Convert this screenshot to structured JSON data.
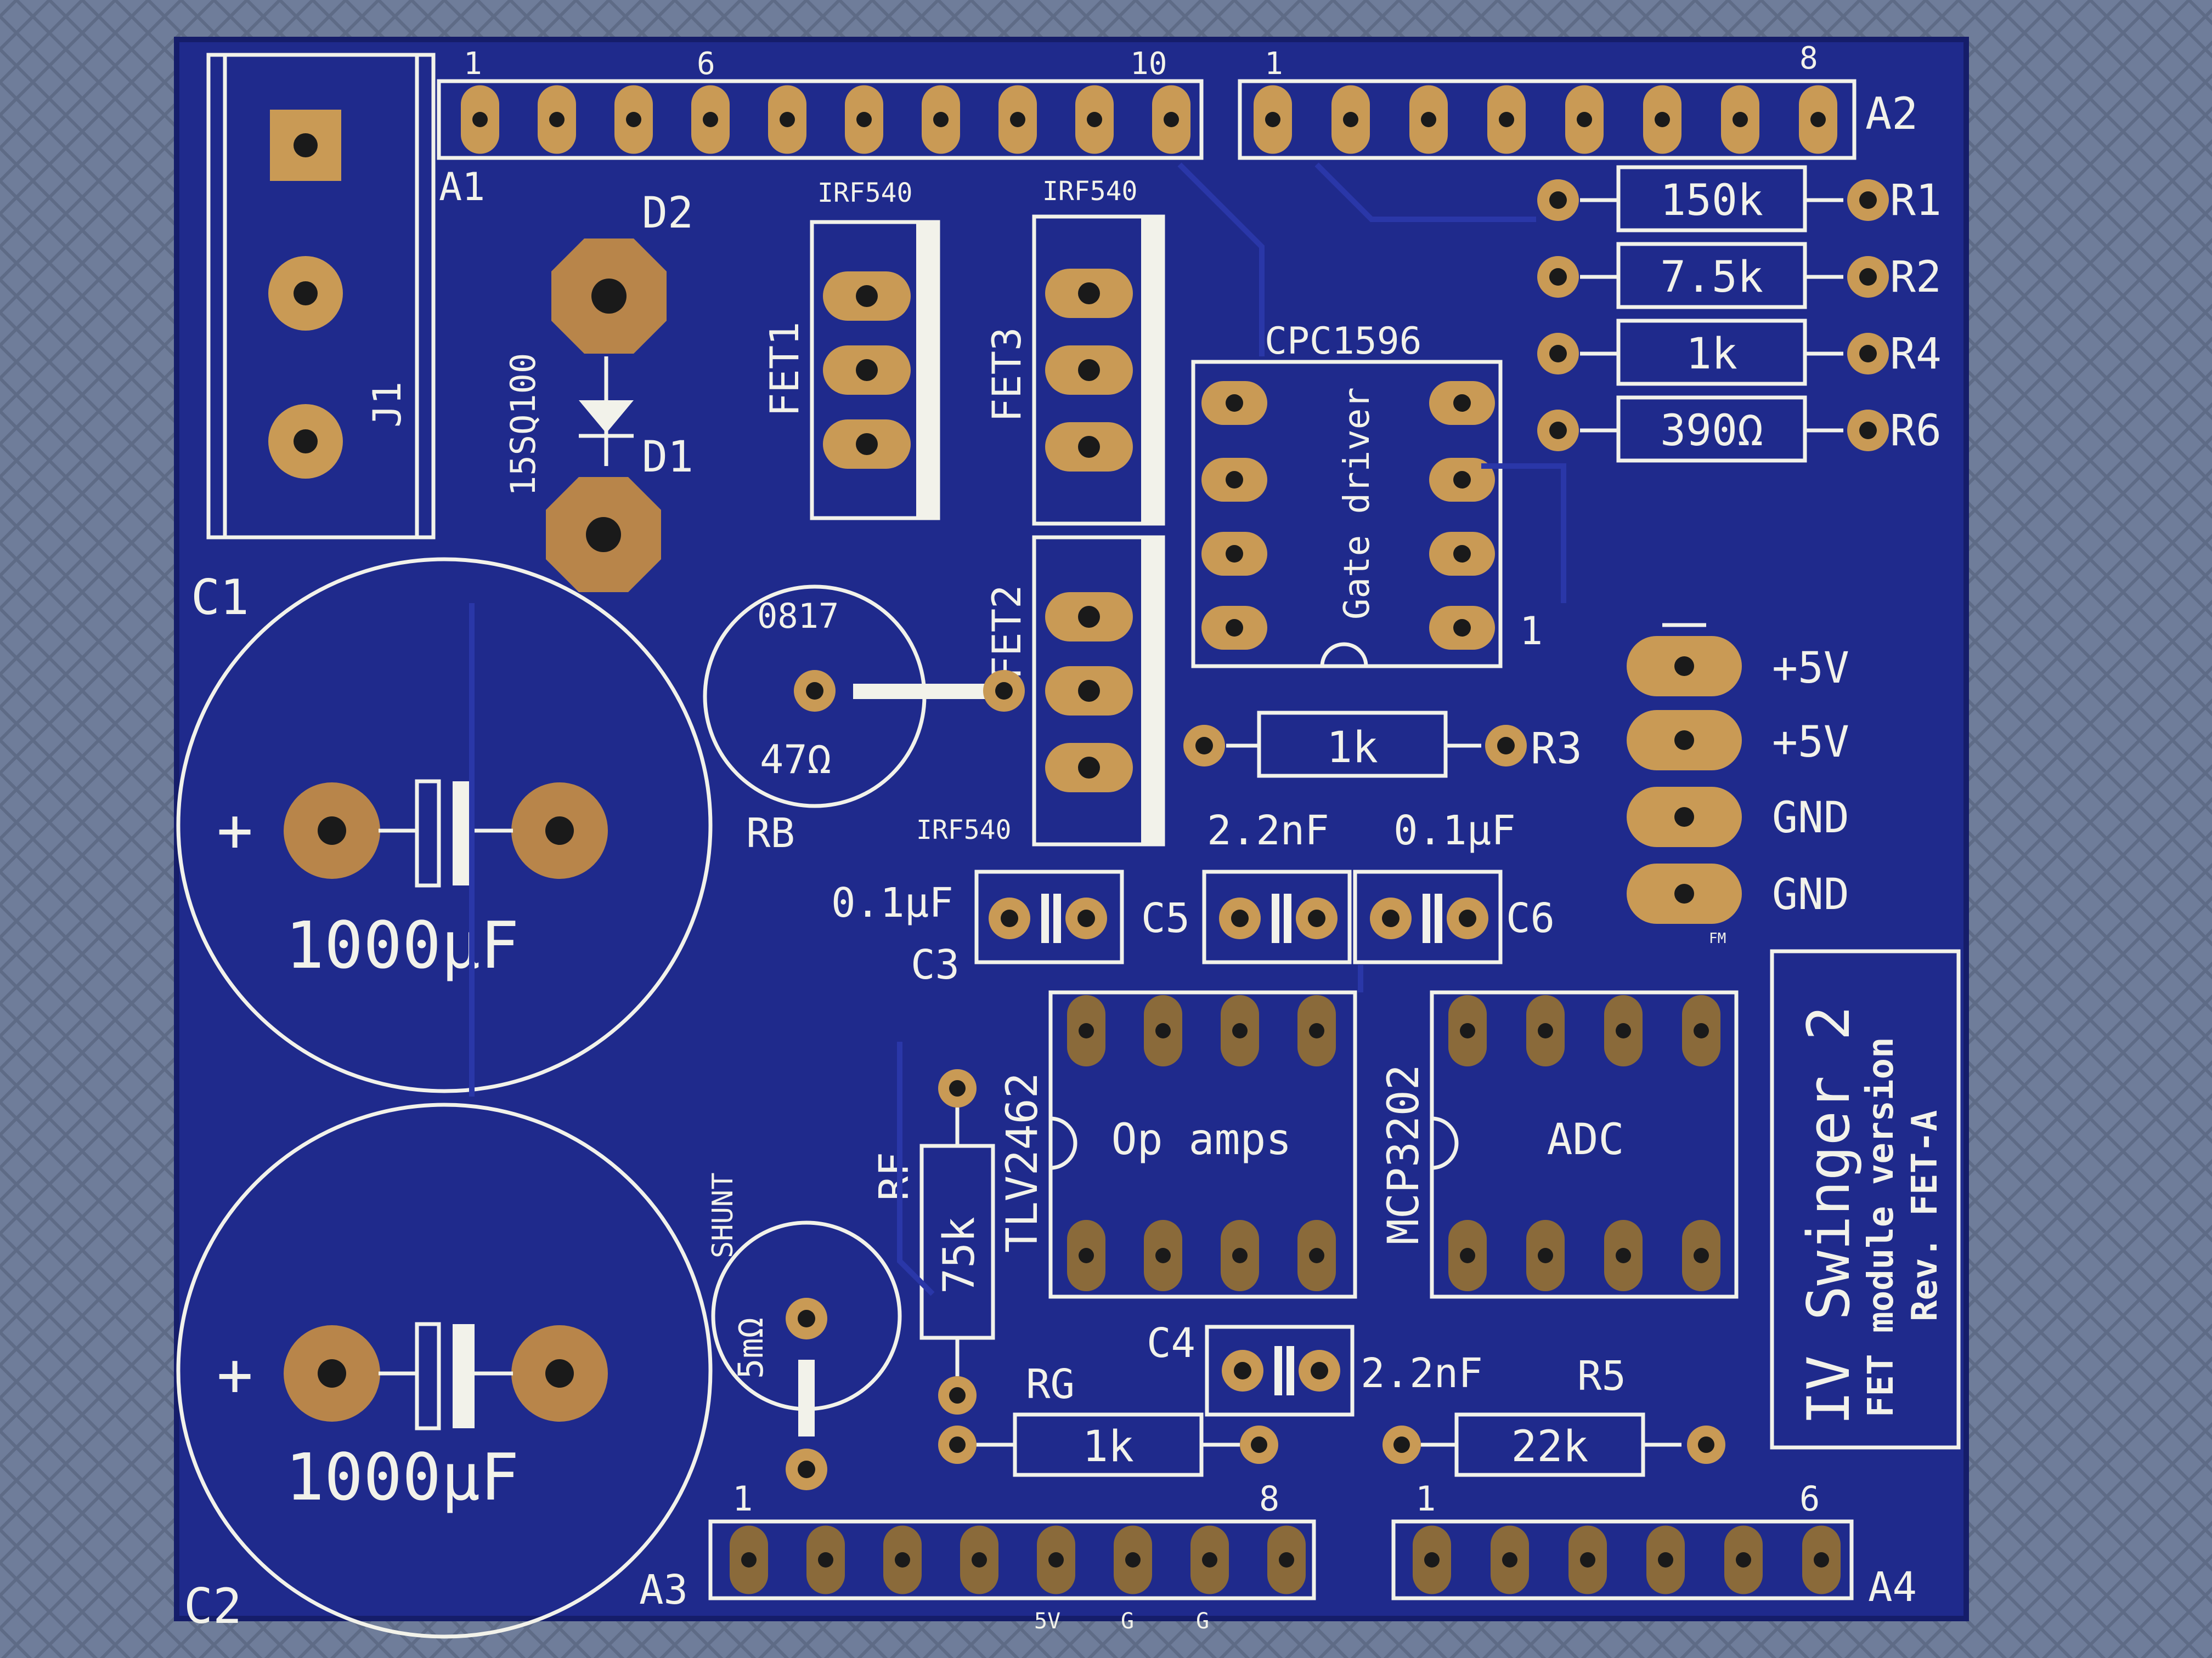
{
  "board": {
    "title": "IV Swinger 2",
    "subtitle": "FET module version",
    "revision": "Rev. FET-A"
  },
  "connectors": {
    "a1": "A1",
    "a1_pin_first": "1",
    "a1_pin_mid": "6",
    "a1_pin_last": "10",
    "a2": "A2",
    "a2_pin_first": "1",
    "a2_pin_last": "8",
    "a3": "A3",
    "a3_pin_first": "1",
    "a3_pin_last": "8",
    "a3_pin_5v": "5V",
    "a3_pin_g1": "G",
    "a3_pin_g2": "G",
    "a4": "A4",
    "a4_pin_first": "1",
    "a4_pin_last": "6",
    "j1": "J1"
  },
  "power_pins": {
    "p1": "+5V",
    "p2": "+5V",
    "p3": "GND",
    "p4": "GND",
    "fm": "FM"
  },
  "resistors": {
    "r1_value": "150k",
    "r1_ref": "R1",
    "r2_value": "7.5k",
    "r2_ref": "R2",
    "r4_value": "1k",
    "r4_ref": "R4",
    "r6_value": "390Ω",
    "r6_ref": "R6",
    "r3_value": "1k",
    "r3_ref": "R3",
    "rb_code": "0817",
    "rb_value": "47Ω",
    "rb_ref": "RB",
    "rf_ref": "RF",
    "rf_value": "75k",
    "rg_ref": "RG",
    "rg_value": "1k",
    "r5_ref": "R5",
    "r5_value": "22k",
    "shunt_label": "SHUNT",
    "shunt_value": "5mΩ"
  },
  "capacitors": {
    "c1_ref": "C1",
    "c1_value": "1000µF",
    "c2_ref": "C2",
    "c2_value": "1000µF",
    "c3_ref": "C3",
    "c3_value": "0.1µF",
    "c5_ref": "C5",
    "c5_value": "2.2nF",
    "c6_ref": "C6",
    "c6_value": "0.1µF",
    "c4_ref": "C4",
    "c4_value": "2.2nF"
  },
  "diodes": {
    "d1": "D1",
    "d2": "D2",
    "part": "15SQ100"
  },
  "fets": {
    "fet1": "FET1",
    "fet1_part": "IRF540",
    "fet3": "FET3",
    "fet3_part": "IRF540",
    "fet2": "FET2",
    "fet2_part": "IRF540"
  },
  "ics": {
    "gate_part": "CPC1596",
    "gate_label": "Gate driver",
    "gate_pin1": "1",
    "opamp_part": "TLV2462",
    "opamp_label": "Op amps",
    "adc_part": "MCP3202",
    "adc_label": "ADC"
  },
  "colors": {
    "board": "#1f2a8c",
    "silkscreen": "#f2f2ea",
    "pad": "#c99a55",
    "background": "#6f7d9a"
  }
}
